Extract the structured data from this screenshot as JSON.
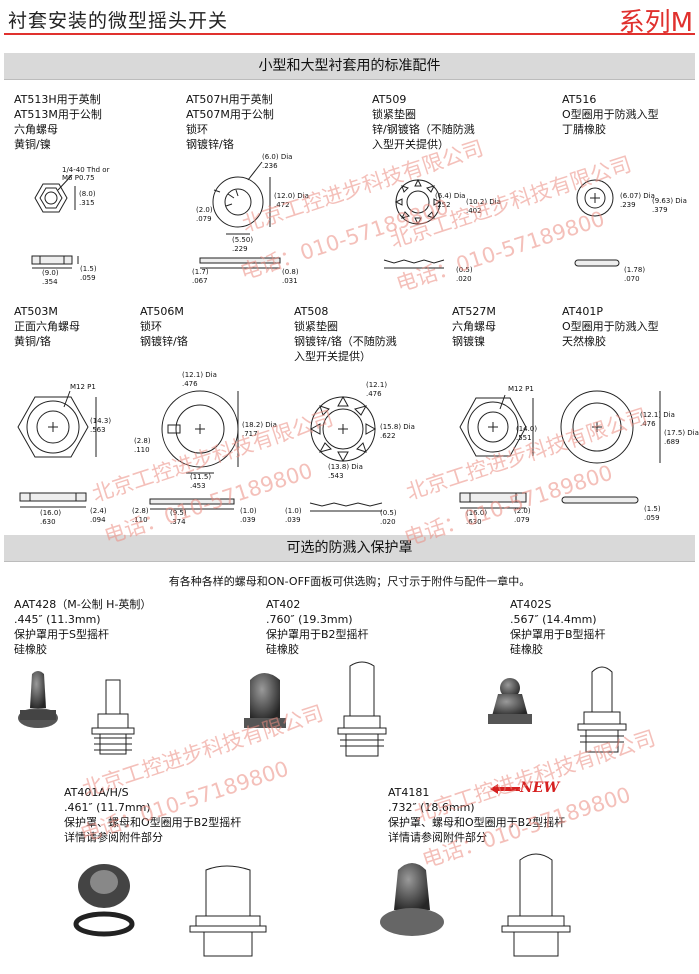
{
  "header": {
    "title": "衬套安装的微型摇头开关",
    "series": "系列M"
  },
  "section1": {
    "title": "小型和大型衬套用的标准配件",
    "row1": [
      {
        "lines": [
          "AT513H用于英制",
          "AT513M用于公制",
          "六角螺母",
          "黄铜/镍"
        ]
      },
      {
        "lines": [
          "AT507H用于英制",
          "AT507M用于公制",
          "锁环",
          "钢镀锌/铬"
        ]
      },
      {
        "lines": [
          "AT509",
          "锁紧垫圈",
          "锌/钢镀铬（不随防溅",
          "入型开关提供）"
        ]
      },
      {
        "lines": [
          "AT516",
          "O型圈用于防溅入型",
          "丁腈橡胶"
        ]
      }
    ],
    "row2": [
      {
        "lines": [
          "AT503M",
          "正面六角螺母",
          "黄铜/铬"
        ]
      },
      {
        "lines": [
          "AT506M",
          "锁环",
          "钢镀锌/铬"
        ]
      },
      {
        "lines": [
          "AT508",
          "锁紧垫圈",
          "钢镀锌/铬（不随防溅",
          "入型开关提供）"
        ]
      },
      {
        "lines": [
          "AT527M",
          "六角螺母",
          "钢镀镍"
        ]
      },
      {
        "lines": [
          "AT401P",
          "O型圈用于防溅入型",
          "天然橡胶"
        ]
      }
    ]
  },
  "section2": {
    "title": "可选的防溅入保护罩",
    "note": "有各种各样的螺母和ON-OFF面板可供选购；尺寸示于附件与配件一章中。",
    "items": [
      {
        "lines": [
          "AAT428（M-公制 H-英制）",
          ".445″ (11.3mm)",
          "保护罩用于S型摇杆",
          "硅橡胶"
        ]
      },
      {
        "lines": [
          "AT402",
          ".760″ (19.3mm)",
          "保护罩用于B2型摇杆",
          "硅橡胶"
        ]
      },
      {
        "lines": [
          "AT402S",
          ".567″ (14.4mm)",
          "保护罩用于B型摇杆",
          "硅橡胶"
        ]
      },
      {
        "lines": [
          "AT401A/H/S",
          ".461″ (11.7mm)",
          "保护罩、螺母和O型圈用于B2型摇杆",
          "详情请参阅附件部分"
        ]
      },
      {
        "lines": [
          "AT4181",
          ".732″ (18.6mm)",
          "保护罩、螺母和O型圈用于B2型摇杆",
          "详情请参阅附件部分"
        ]
      }
    ],
    "new_badge": "NEW"
  },
  "dims": {
    "at513": {
      "thread": "1/4-40 Thd or",
      "thread2": "M6 P0.75",
      "h1": "(8.0)",
      "h2": ".315",
      "w1": "(9.0)",
      "w2": ".354",
      "t1": "(1.5)",
      "t2": ".059"
    },
    "at507": {
      "d1": "(6.0) Dia",
      "d2": ".236",
      "o1": "(12.0) Dia",
      "o2": ".472",
      "a1": "(2.0)",
      "a2": ".079",
      "b1": "(5.50)",
      "b2": ".229",
      "t1": "(1.7)",
      "t2": ".067",
      "s1": "(0.8)",
      "s2": ".031"
    },
    "at509": {
      "i1": "(6.4) Dia",
      "i2": ".252",
      "o1": "(10.2) Dia",
      "o2": ".402",
      "t1": "(0.5)",
      "t2": ".020"
    },
    "at516": {
      "i1": "(6.07) Dia",
      "i2": ".239",
      "o1": "(9.63) Dia",
      "o2": ".379",
      "t1": "(1.78)",
      "t2": ".070"
    },
    "at503": {
      "th": "M12 P1",
      "h1": "(14.3)",
      "h2": ".563",
      "w1": "(16.0)",
      "w2": ".630",
      "t1": "(2.4)",
      "t2": ".094"
    },
    "at506": {
      "d1": "(12.1) Dia",
      "d2": ".476",
      "o1": "(18.2) Dia",
      "o2": ".717",
      "a1": "(2.8)",
      "a2": ".110",
      "b1": "(11.5)",
      "b2": ".453",
      "c1": "(9.5)",
      "c2": ".374",
      "t1": "(1.0)",
      "t2": ".039"
    },
    "at508": {
      "i1": "(12.1)",
      "i2": ".476",
      "o1": "(15.8) Dia",
      "o2": ".622",
      "r1": "(13.8) Dia",
      "r2": ".543",
      "t1": "(0.5)",
      "t2": ".020",
      "s1": "(1.0)",
      "s2": ".039"
    },
    "at527": {
      "th": "M12 P1",
      "h1": "(14.0)",
      "h2": ".551",
      "w1": "(16.0)",
      "w2": ".630",
      "t1": "(2.0)",
      "t2": ".079"
    },
    "at401p": {
      "i1": "(12.1) Dia",
      "i2": ".476",
      "o1": "(17.5) Dia",
      "o2": ".689",
      "t1": "(1.5)",
      "t2": ".059"
    }
  },
  "watermark": {
    "company": "北京工控进步科技有限公司",
    "phone": "电话：010-57189800"
  }
}
